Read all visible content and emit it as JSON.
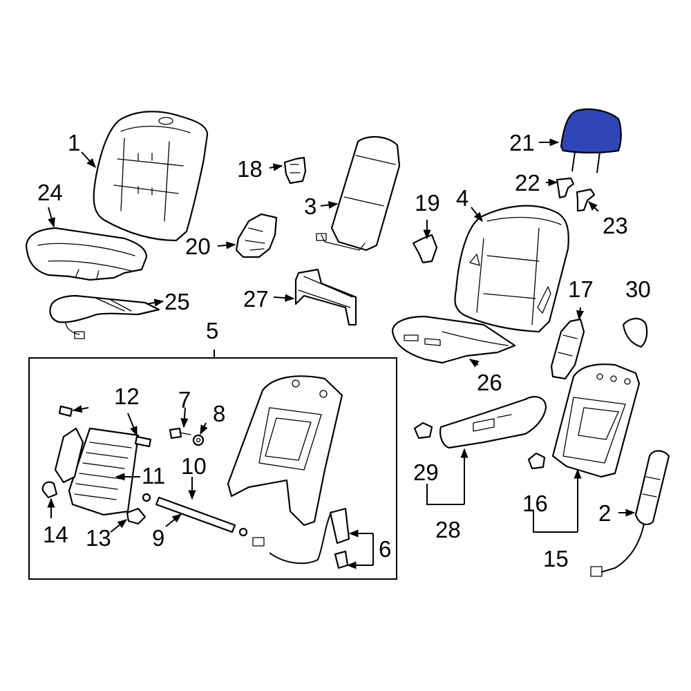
{
  "diagram": {
    "labels": {
      "l1": "1",
      "l2": "2",
      "l3": "3",
      "l4": "4",
      "l5": "5",
      "l6": "6",
      "l7": "7",
      "l8": "8",
      "l9": "9",
      "l10": "10",
      "l11": "11",
      "l12": "12",
      "l13": "13",
      "l14": "14",
      "l15": "15",
      "l16": "16",
      "l17": "17",
      "l18": "18",
      "l19": "19",
      "l20": "20",
      "l21": "21",
      "l22": "22",
      "l23": "23",
      "l24": "24",
      "l25": "25",
      "l26": "26",
      "l27": "27",
      "l28": "28",
      "l29": "29",
      "l30": "30"
    },
    "highlight_color": "#2f46b8",
    "highlighted_part": "21"
  }
}
